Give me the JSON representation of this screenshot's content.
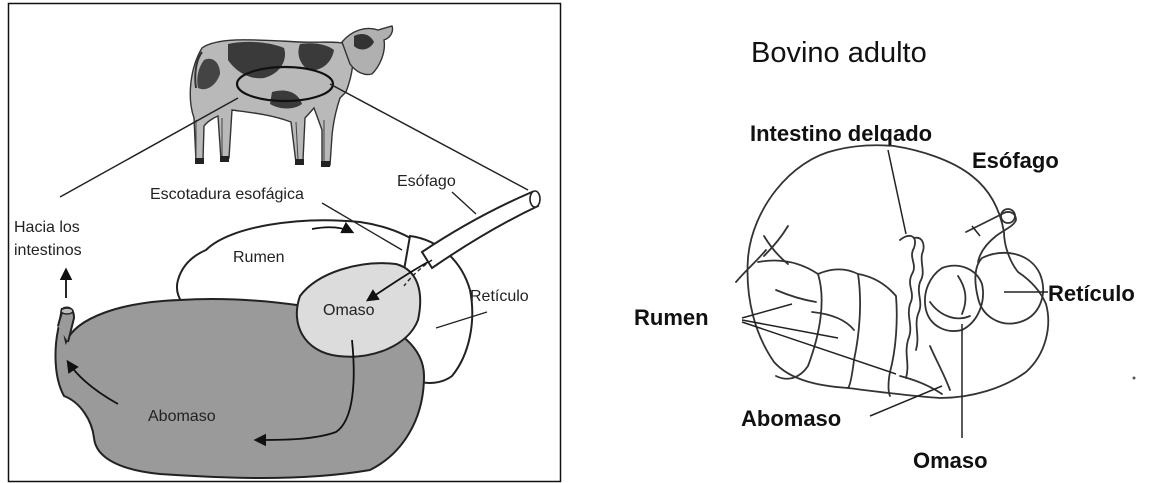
{
  "left_diagram": {
    "labels": {
      "hacia_line1": "Hacia los",
      "hacia_line2": "intestinos",
      "escotadura": "Escotadura esofágica",
      "esofago": "Esófago",
      "rumen": "Rumen",
      "omaso": "Omaso",
      "reticulo": "Retículo",
      "abomaso": "Abomaso"
    },
    "colors": {
      "abomaso_fill": "#9a9a9a",
      "omaso_fill": "#dcdcdc",
      "outline": "#222222"
    }
  },
  "right_diagram": {
    "title": "Bovino adulto",
    "labels": {
      "intestino": "Intestino delqado",
      "esofago": "Esófago",
      "rumen": "Rumen",
      "reticulo": "Retículo",
      "abomaso": "Abomaso",
      "omaso": "Omaso"
    }
  }
}
